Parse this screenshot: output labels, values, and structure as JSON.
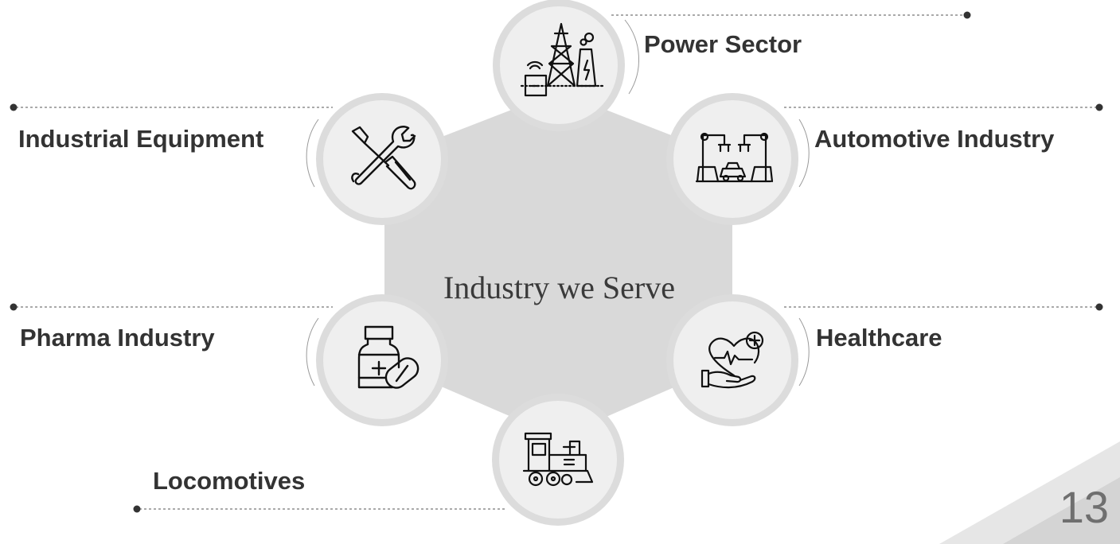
{
  "title": "Industry we Serve",
  "page_number": "13",
  "sectors": [
    {
      "label": "Power Sector",
      "icon": "power-tower-icon"
    },
    {
      "label": "Automotive Industry",
      "icon": "robot-assembly-icon"
    },
    {
      "label": "Healthcare",
      "icon": "heart-hand-icon"
    },
    {
      "label": "Locomotives",
      "icon": "train-icon"
    },
    {
      "label": "Pharma Industry",
      "icon": "medicine-bottle-icon"
    },
    {
      "label": "Industrial Equipment",
      "icon": "tools-icon"
    }
  ],
  "colors": {
    "hexagon": "#d9d9d9",
    "circle_ring": "#dcdcdc",
    "circle_fill": "#efefef",
    "label_text": "#333333",
    "connector": "#555555"
  }
}
